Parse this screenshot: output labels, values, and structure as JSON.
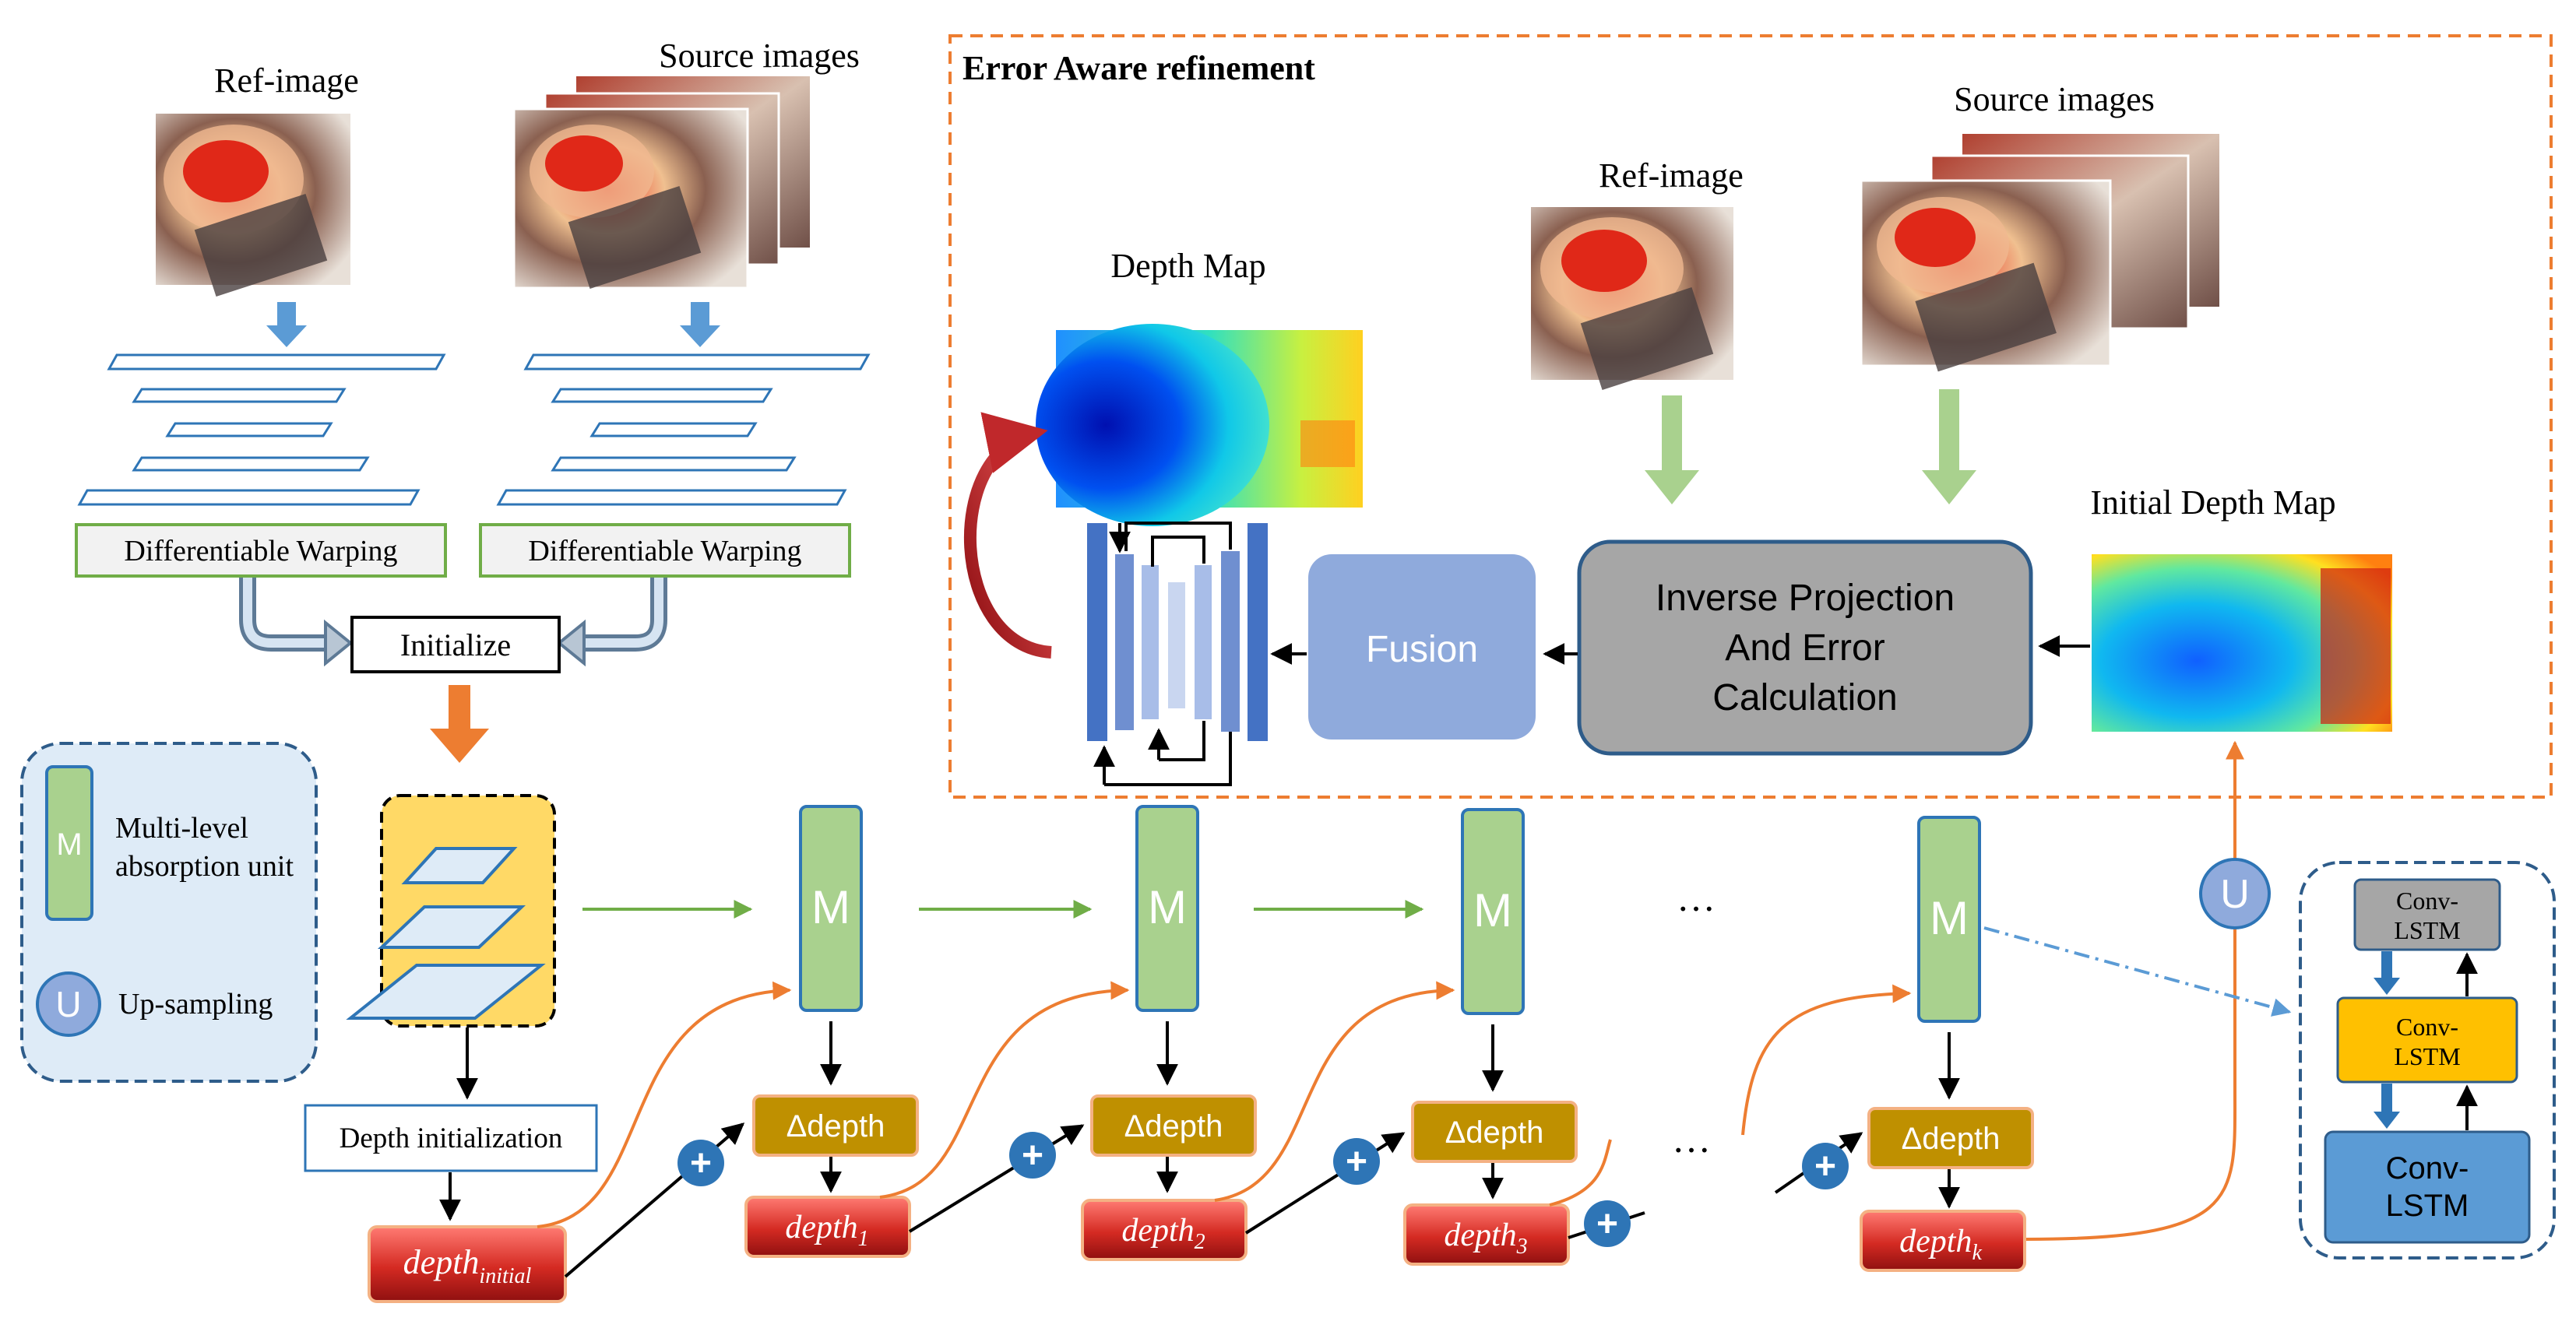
{
  "left": {
    "ref_title": "Ref-image",
    "src_title": "Source images",
    "warp_left": "Differentiable Warping",
    "warp_right": "Differentiable Warping",
    "initialize": "Initialize",
    "depth_init_box": "Depth initialization"
  },
  "legend": {
    "m_letter": "M",
    "m_label_1": "Multi-level",
    "m_label_2": "absorption unit",
    "u_letter": "U",
    "u_label": "Up-sampling"
  },
  "refine": {
    "title": "Error Aware refinement",
    "depth_map_title": "Depth Map",
    "ref_title": "Ref-image",
    "src_title": "Source images",
    "initial_depth_title": "Initial Depth Map",
    "fusion": "Fusion",
    "inverse_1": "Inverse Projection",
    "inverse_2": "And Error",
    "inverse_3": "Calculation"
  },
  "chain": {
    "m_letter": "M",
    "delta": "Δdepth",
    "plus": "+",
    "ellipsis": "…",
    "u_letter": "U",
    "depth_base": "depth",
    "sub_initial": "initial",
    "sub_1": "1",
    "sub_2": "2",
    "sub_3": "3",
    "sub_k": "k"
  },
  "lstm": {
    "top_1": "Conv-",
    "top_2": "LSTM",
    "mid_1": "Conv-",
    "mid_2": "LSTM",
    "bot_1": "Conv-",
    "bot_2": "LSTM"
  },
  "colors": {
    "orange": "#ED7D31",
    "green": "#70AD47",
    "blue": "#2E75B6",
    "m_fill": "#A9D18E",
    "delta_fill": "#BF9000",
    "depth_red": "#C00000",
    "fusion": "#8FAADC",
    "inverse": "#A6A6A6"
  }
}
